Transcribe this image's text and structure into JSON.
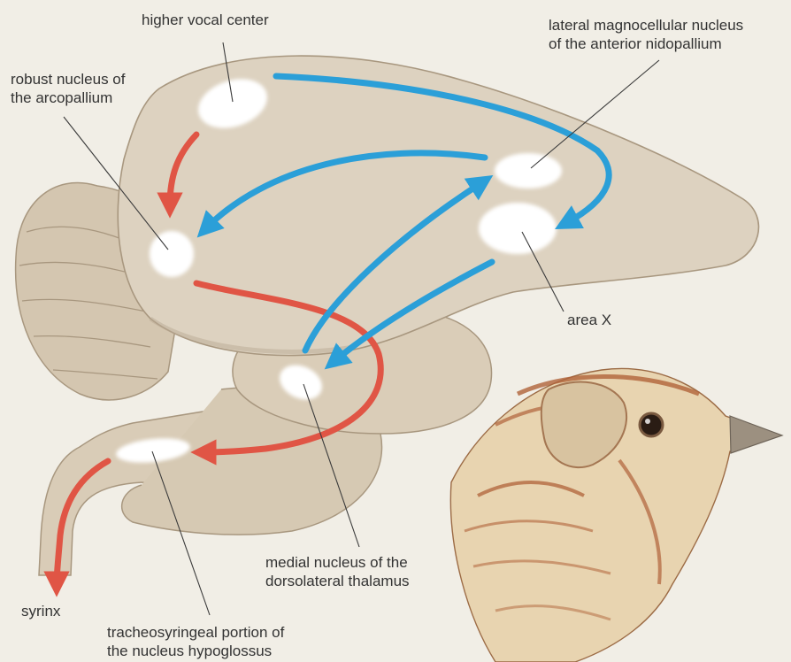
{
  "labels": {
    "hvc": [
      "higher vocal center"
    ],
    "lman": [
      "lateral magnocellular nucleus",
      "of the anterior nidopallium"
    ],
    "ra": [
      "robust nucleus of",
      "the arcopallium"
    ],
    "areax": [
      "area X"
    ],
    "dlm": [
      "medial nucleus of the",
      "dorsolateral thalamus"
    ],
    "syrinx": [
      "syrinx"
    ],
    "nxii": [
      "tracheosyringeal portion of",
      "the nucleus hypoglossus"
    ]
  },
  "colors": {
    "background": "#f1eee6",
    "brain": "#dcd0bd",
    "brain_shadow": "#b9a993",
    "nucleus": "#ffffff",
    "motor_pathway": "#e05545",
    "anterior_forebrain_pathway": "#2b9fd8",
    "leader_line": "#3a3a3a",
    "bird_base": "#e8d4b0",
    "bird_streak": "#b0633a"
  },
  "pathways": {
    "motor_pathway": "red",
    "anterior_forebrain_pathway": "blue"
  }
}
